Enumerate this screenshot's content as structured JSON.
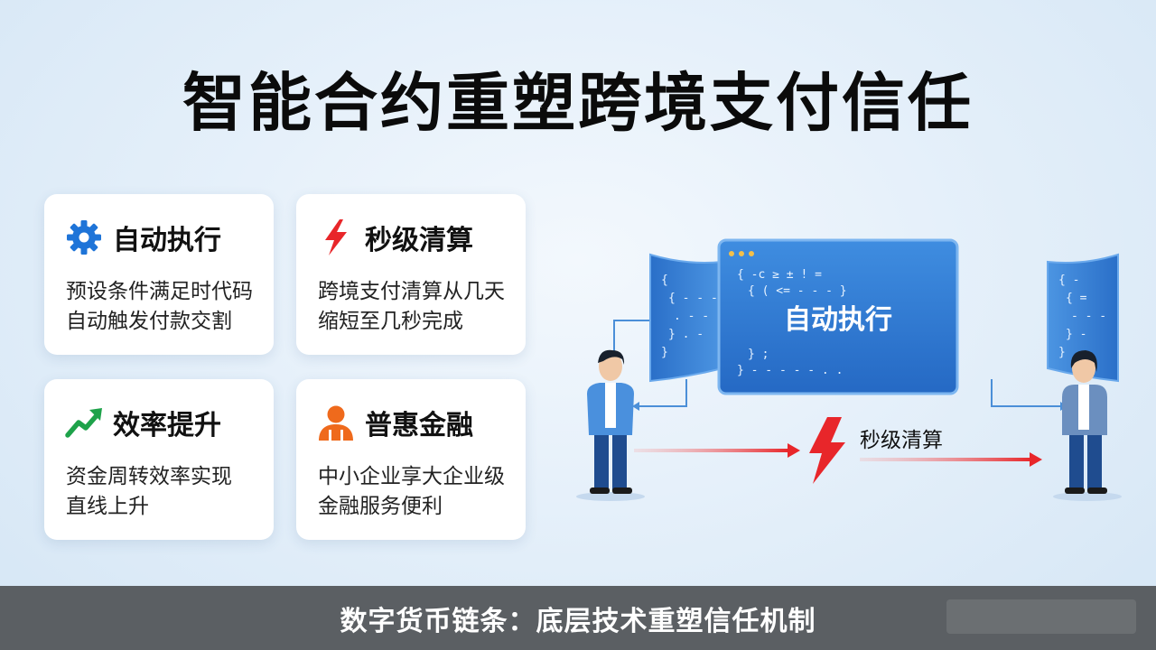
{
  "title": "智能合约重塑跨境支付信任",
  "cards": [
    {
      "title": "自动执行",
      "lines": [
        "预设条件满足时代码",
        "自动触发付款交割"
      ],
      "icon": "gear-icon",
      "icon_color": "#1e74d8"
    },
    {
      "title": "秒级清算",
      "lines": [
        "跨境支付清算从几天",
        "缩短至几秒完成"
      ],
      "icon": "lightning-icon",
      "icon_color": "#e8262a"
    },
    {
      "title": "效率提升",
      "lines": [
        "资金周转效率实现",
        "直线上升"
      ],
      "icon": "trend-up-icon",
      "icon_color": "#1ea24a"
    },
    {
      "title": "普惠金融",
      "lines": [
        "中小企业享大企业级",
        "金融服务便利"
      ],
      "icon": "person-icon",
      "icon_color": "#ef6a1c"
    }
  ],
  "illustration": {
    "screen_label": "自动执行",
    "settle_label": "秒级清算",
    "accent_blue": "#2d79d4",
    "accent_red": "#e8262a"
  },
  "footer": {
    "text": "数字货币链条：底层技术重塑信任机制"
  }
}
